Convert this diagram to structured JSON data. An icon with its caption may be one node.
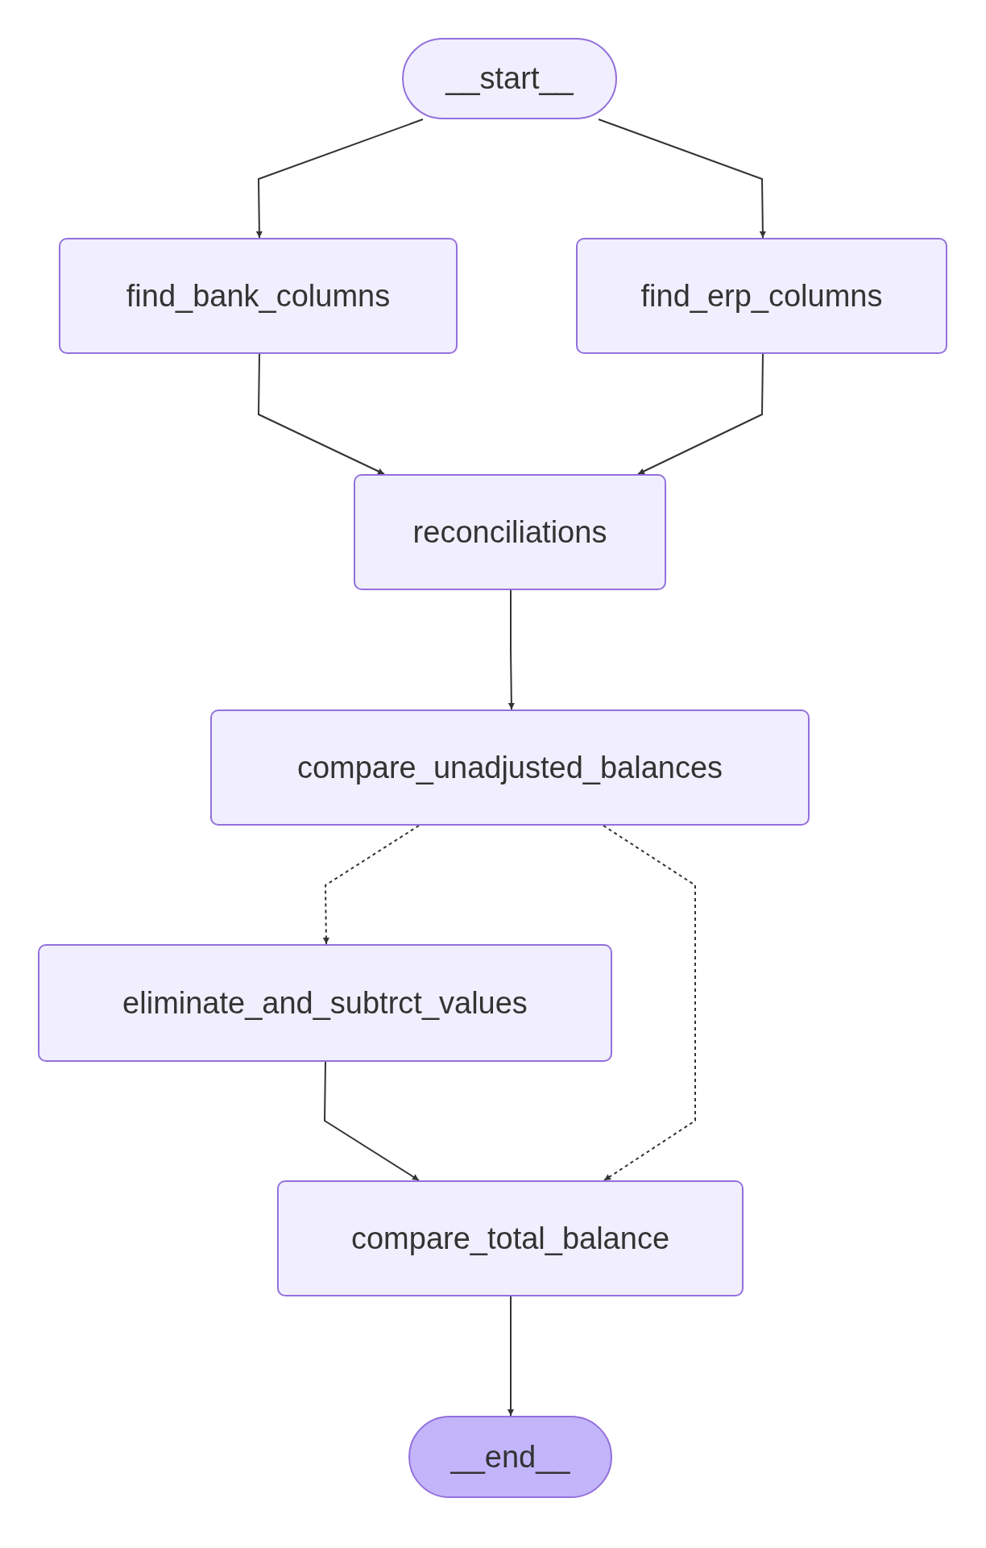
{
  "diagram": {
    "nodes": [
      {
        "text": [
          "__start__"
        ]
      },
      {
        "text": [
          "find_bank_columns"
        ]
      },
      {
        "text": [
          "find_erp_columns"
        ]
      },
      {
        "text": [
          "reconciliations"
        ]
      },
      {
        "text": [
          "compare_unadjusted_balances"
        ]
      },
      {
        "text": [
          "eliminate_and_subtrct_values"
        ]
      },
      {
        "text": [
          "compare_total_balance"
        ]
      },
      {
        "text": [
          "__end__"
        ]
      }
    ],
    "edges": [
      {
        "from": 0,
        "to": 1,
        "arrow": "to"
      },
      {
        "from": 0,
        "to": 2,
        "arrow": "to"
      },
      {
        "from": 1,
        "to": 3,
        "arrow": "to"
      },
      {
        "from": 2,
        "to": 3,
        "arrow": "to"
      },
      {
        "from": 3,
        "to": 4,
        "arrow": "to"
      },
      {
        "from": 4,
        "to": 5,
        "arrow": "to",
        "style": "dashed"
      },
      {
        "from": 4,
        "to": 6,
        "arrow": "to",
        "style": "dashed"
      },
      {
        "from": 5,
        "to": 6,
        "arrow": "to"
      },
      {
        "from": 6,
        "to": 7,
        "arrow": "to"
      }
    ]
  }
}
